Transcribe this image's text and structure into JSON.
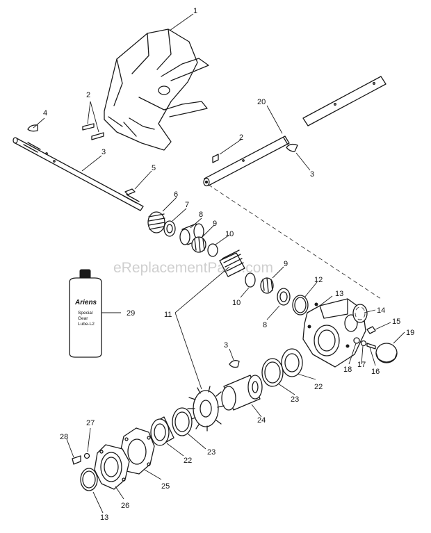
{
  "watermark": "eReplacementParts.com",
  "bottle": {
    "brand": "Ariens",
    "line1": "Special",
    "line2": "Gear",
    "line3": "Lube-L2"
  },
  "callouts": [
    "1",
    "2",
    "4",
    "3",
    "2",
    "20",
    "3",
    "5",
    "6",
    "7",
    "8",
    "9",
    "10",
    "9",
    "10",
    "8",
    "12",
    "13",
    "14",
    "15",
    "19",
    "29",
    "11",
    "3",
    "18",
    "17",
    "16",
    "22",
    "23",
    "24",
    "27",
    "28",
    "23",
    "22",
    "25",
    "26",
    "13"
  ]
}
